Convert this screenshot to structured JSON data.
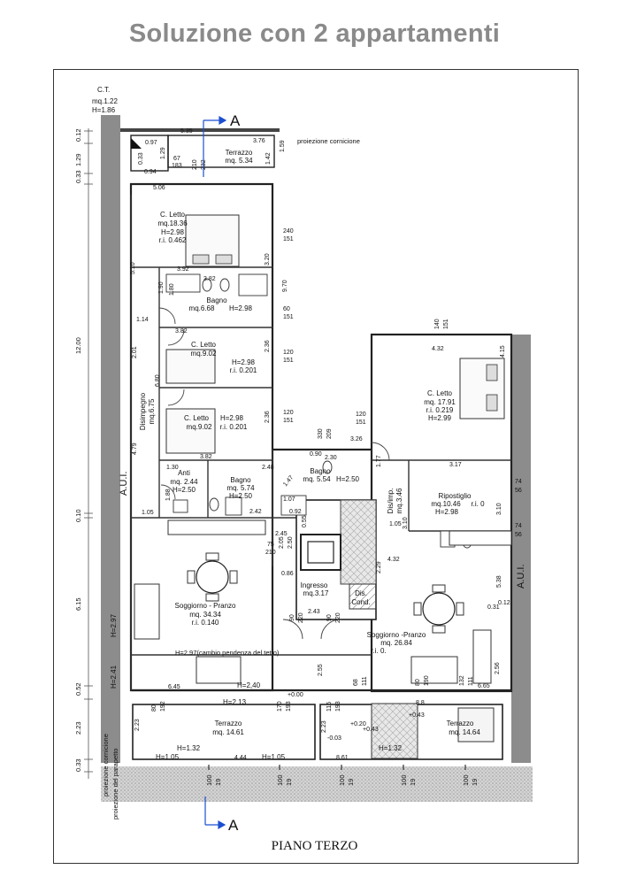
{
  "title": "Soluzione con 2 appartamenti",
  "floor_label": "PIANO TERZO",
  "section_marker": "A",
  "ct_block": {
    "name": "C.T.",
    "area": "mq.1.22",
    "height": "H=1.86"
  },
  "notes": {
    "projection_cornice": "proiezione cornicione",
    "projection_parapet": "proiezione del parapetto",
    "roof_slope": "H=2.97(cambio pendenza del tetto)",
    "aui": "A.U.I."
  },
  "rooms": {
    "terrace_top": {
      "name": "Terrazzo",
      "area": "mq. 5.34"
    },
    "bed1": {
      "name": "C. Letto",
      "area": "mq.18.36",
      "h": "H=2.98",
      "ri": "r.i. 0.462"
    },
    "bath1": {
      "name": "Bagno",
      "area": "mq.6.68",
      "h": "H=2.98"
    },
    "bed2": {
      "name": "C. Letto",
      "area": "mq.9.02",
      "h": "H=2.98",
      "ri": "r.i. 0.201"
    },
    "bed3": {
      "name": "C. Letto",
      "area": "mq.9.02",
      "h": "H=2.98",
      "ri": "r.i. 0.201"
    },
    "corridor": {
      "name": "Disimpegno",
      "area": "mq.6.75"
    },
    "anti": {
      "name": "Anti",
      "area": "mq. 2.44",
      "h": "H=2.50"
    },
    "bath2": {
      "name": "Bagno",
      "area": "mq. 5.74",
      "h": "H=2.50"
    },
    "living1": {
      "name": "Soggiorno - Pranzo",
      "area": "mq. 34.34",
      "ri": "r.i. 0.140"
    },
    "entry": {
      "name": "Ingresso",
      "area": "mq.3.17"
    },
    "dis_cond": {
      "name": "Dis.",
      "name2": "Cond."
    },
    "bath3": {
      "name": "Bagno",
      "area": "mq. 5.54",
      "h": "H=2.50"
    },
    "bed4": {
      "name": "C. Letto",
      "area": "mq. 17.91",
      "ri": "r.i. 0.219",
      "h": "H=2.99"
    },
    "disimp": {
      "name": "Dis/imp.",
      "area": "mq.3.46"
    },
    "storage": {
      "name": "Ripostiglio",
      "area": "mq.10.46",
      "ri": "r.i. 0",
      "h": "H=2.98"
    },
    "living2": {
      "name": "Soggiorno -Pranzo",
      "area": "mq. 26.84",
      "ri": "r.i. 0."
    },
    "terrace_left": {
      "name": "Terrazzo",
      "area": "mq. 14.61"
    },
    "terrace_right": {
      "name": "Terrazzo",
      "area": "mq. 14.64"
    }
  },
  "heights": {
    "h240": "H=2,40",
    "h213": "H=2.13",
    "h132a": "H=1.32",
    "h105a": "H=1.05",
    "h105b": "H=1.05",
    "h132b": "H=1.32",
    "h297": "H=2.97",
    "h241": "H=2.41"
  },
  "dims_left": [
    "0.12",
    "1.29",
    "0.33",
    "12.00",
    "0.10",
    "6.15",
    "0.52",
    "2.23",
    "0.33"
  ],
  "dims": {
    "d535": "5.35",
    "d097": "0.97",
    "d376": "3.76",
    "d159": "1.59",
    "d129": "1.29",
    "d067": "67",
    "d183": "183",
    "d210": "210",
    "d232": "232",
    "d142": "1.42",
    "d094": "0.94",
    "d033": "0.33",
    "d506": "5.06",
    "d240": "240",
    "d151a": "151",
    "d320": "3.20",
    "d970": "9.70",
    "d510": "5.10",
    "d392": "3.92",
    "d382a": "3.82",
    "d190": "1.90",
    "d180": "1.80",
    "d060": "60",
    "d151b": "151",
    "d114": "1.14",
    "d382b": "3.82",
    "d236a": "2.36",
    "d120a": "120",
    "d151c": "151",
    "d201": "2.01",
    "d680": "6.80",
    "d236b": "2.36",
    "d120b": "120",
    "d151d": "151",
    "d479": "4.79",
    "d382c": "3.82",
    "d330": "330",
    "d209": "209",
    "d130": "1.30",
    "d248": "2.48",
    "d188": "1.88",
    "d147": "1.47",
    "d090": "0.90",
    "d230": "2.30",
    "d242": "2.42",
    "d092": "0.92",
    "d107": "1.07",
    "d105a": "1.05",
    "d245": "2.45",
    "d075": "75",
    "d210b": "210",
    "d205": "2.05",
    "d250": "2.50",
    "d055": "0.55",
    "d086": "0.86",
    "d243": "2.43",
    "d090b": "90",
    "d220a": "220",
    "d090c": "90",
    "d220b": "220",
    "d140": "140",
    "d151e": "151",
    "d432": "4.32",
    "d415": "4.15",
    "d120c": "120",
    "d151f": "151",
    "d326": "3.26",
    "d317": "3.17",
    "d177": "1.77",
    "d074a": "74",
    "d056a": "56",
    "d310a": "3.10",
    "d310b": "3.10",
    "d074b": "74",
    "d056b": "56",
    "d105b": "1.05",
    "d229": "2.29",
    "d432b": "4.32",
    "d538": "5.38",
    "d031": "0.31",
    "d012": "0.12",
    "d255": "2.55",
    "d256": "2.56",
    "d297": "2.97",
    "d241": "2.41",
    "d645": "6.45",
    "d080a": "80",
    "d192a": "192",
    "d170": "170",
    "d193a": "193",
    "d068": "68",
    "d111a": "111",
    "d080b": "80",
    "d190b": "190",
    "d132": "132",
    "d111b": "111",
    "d665": "6.65",
    "d115": "115",
    "d193b": "193",
    "d088": "8.8",
    "d223a": "2.23",
    "d223b": "2.23",
    "d444": "4.44",
    "d861": "8.61",
    "p000": "+0.00",
    "p020": "+0.20",
    "p043a": "+0.43",
    "p043b": "+0.43",
    "m003": "-0.03",
    "w100": "100",
    "w019": "19"
  }
}
